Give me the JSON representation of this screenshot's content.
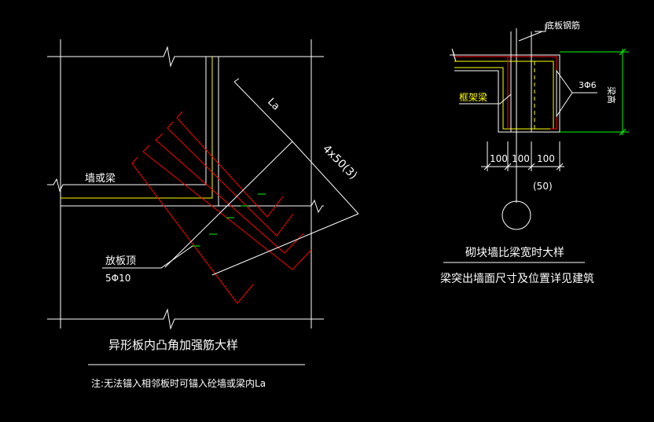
{
  "left_detail": {
    "title": "异形板内凸角加强筋大样",
    "note": "注:无法锚入相邻板时可锚入砼墙或梁内La",
    "label_wall_beam": "墙或梁",
    "label_slab_top": "放板顶",
    "label_bars": "5Φ10",
    "dim_la": "La",
    "dim_spacing": "4x50(3)"
  },
  "right_detail": {
    "title": "砌块墙比梁宽时大样",
    "subtitle": "梁突出墙面尺寸及位置详见建筑",
    "label_slab_bar": "底板钢筋",
    "label_frame_beam": "框架梁",
    "label_rebar": "3Φ6",
    "label_beam_height": "梁高",
    "dims": [
      "100",
      "100",
      "100"
    ],
    "dim_note": "(50)"
  },
  "colors": {
    "background": "#000000",
    "line_white": "#ffffff",
    "line_yellow": "#ffff00",
    "line_red": "#ff0000",
    "line_green": "#00ff00"
  }
}
